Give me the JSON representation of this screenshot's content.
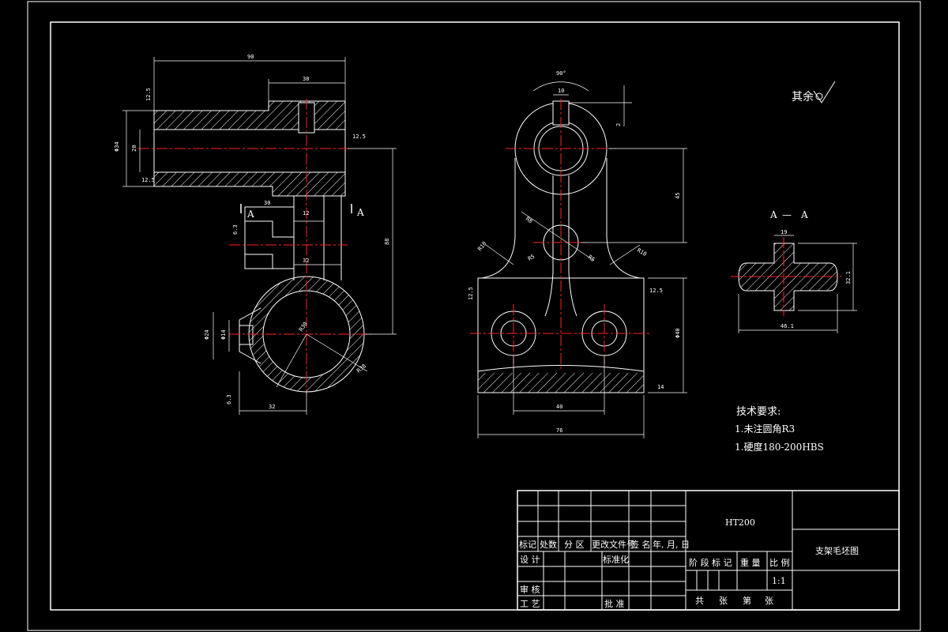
{
  "annotations": {
    "surface_note": "其余",
    "section_left": "A",
    "section_right": "A",
    "section_title_left": "A",
    "section_title_dash": "—",
    "section_title_right": "A"
  },
  "dimensions": {
    "left_top_90": "90",
    "left_top_38": "38",
    "left_dia_34": "Φ34",
    "left_dia_20": "20",
    "left_ra_a": "12.5",
    "left_ra_b": "12.5",
    "left_ra_c": "12.5",
    "left_30": "30",
    "left_12": "12",
    "left_32": "32",
    "left_88": "88",
    "left_ra_d": "6.3",
    "left_dia_24": "Φ24",
    "left_dia_14": "Φ14",
    "left_r_inner": "R30",
    "left_r_outer": "R38",
    "left_bottom_32": "32",
    "left_ra_e": "6.3",
    "mid_angle": "90°",
    "mid_top_10": "10",
    "mid_2": "2",
    "mid_45": "45",
    "mid_r8": "R8",
    "mid_r10_left": "R10",
    "mid_r10_right": "R10",
    "mid_r5_left": "R5",
    "mid_r5_right": "R5",
    "mid_ra_left": "12.5",
    "mid_ra_right": "12.5",
    "mid_dia_40": "Φ40",
    "mid_14": "14",
    "mid_40": "40",
    "mid_76": "76",
    "sec_19": "19",
    "sec_32": "32.1",
    "sec_46": "46.1"
  },
  "technical_requirements": {
    "title": "技术要求:",
    "items": [
      "1.未注圆角R3",
      "1.硬度180-200HBS"
    ]
  },
  "title_block": {
    "material": "HT200",
    "drawing_name": "支架毛坯图",
    "scale": "1:1",
    "change_headers": [
      "标记",
      "处数",
      "分 区",
      "更改文件号",
      "签 名",
      "年, 月, 日"
    ],
    "role_design": "设 计",
    "role_standard": "标准化",
    "role_review": "审 核",
    "role_process": "工 艺",
    "role_approve": "批 准",
    "stage_mark": "阶 段 标 记",
    "weight": "重 量",
    "ratio": "比 例",
    "sheets_total": "共",
    "sheets_unit": "张",
    "sheet_num": "第",
    "sheet_unit2": "张"
  },
  "colors": {
    "background": "#000000",
    "line": "#ffffff",
    "centerline": "#ff2020",
    "border": "#ffffff"
  }
}
